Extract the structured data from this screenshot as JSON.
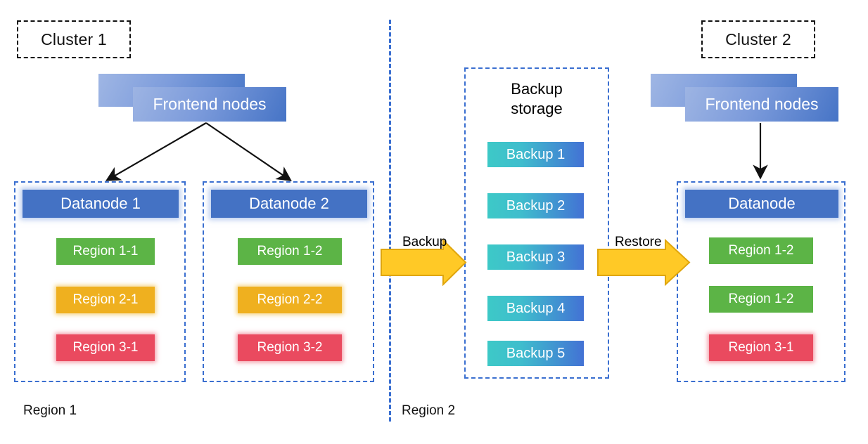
{
  "diagram": {
    "title_tags": [
      {
        "name": "cluster-1",
        "label": "Cluster 1"
      },
      {
        "name": "cluster-2",
        "label": "Cluster 2"
      }
    ],
    "frontends": [
      {
        "name": "frontend-left",
        "label": "Frontend nodes"
      },
      {
        "name": "frontend-right",
        "label": "Frontend nodes"
      }
    ],
    "datanodes": [
      {
        "name": "datanode-1",
        "header": "Datanode 1",
        "regions": [
          {
            "label": "Region 1-1",
            "color": "green"
          },
          {
            "label": "Region 2-1",
            "color": "yellow"
          },
          {
            "label": "Region 3-1",
            "color": "red"
          }
        ]
      },
      {
        "name": "datanode-2",
        "header": "Datanode 2",
        "regions": [
          {
            "label": "Region 1-2",
            "color": "green"
          },
          {
            "label": "Region 2-2",
            "color": "yellow"
          },
          {
            "label": "Region 3-2",
            "color": "red"
          }
        ]
      },
      {
        "name": "datanode-restored",
        "header": "Datanode",
        "regions": [
          {
            "label": "Region 1-2",
            "color": "green"
          },
          {
            "label": "Region 1-2",
            "color": "green"
          },
          {
            "label": "Region 3-1",
            "color": "red"
          }
        ]
      }
    ],
    "storage": {
      "title_line1": "Backup",
      "title_line2": "storage",
      "items": [
        {
          "label": "Backup 1"
        },
        {
          "label": "Backup 2"
        },
        {
          "label": "Backup 3"
        },
        {
          "label": "Backup 4"
        },
        {
          "label": "Backup 5"
        }
      ]
    },
    "flow_arrows": [
      {
        "name": "backup-arrow",
        "label": "Backup"
      },
      {
        "name": "restore-arrow",
        "label": "Restore"
      }
    ],
    "region_labels": [
      {
        "name": "region-1-label",
        "label": "Region 1"
      },
      {
        "name": "region-2-label",
        "label": "Region 2"
      }
    ],
    "colors": {
      "node_blue": "#4472c4",
      "dashed_blue": "#3a6fd0",
      "region_green": "#5cb446",
      "region_yellow": "#efb01f",
      "region_red": "#ea4a5f",
      "backup_gradient_start": "#3dc9c7",
      "backup_gradient_end": "#4372d4",
      "flow_arrow_fill": "#ffc926",
      "flow_arrow_stroke": "#e0a60d",
      "connector_black": "#111111",
      "tag_border": "#111111",
      "background": "#ffffff"
    }
  }
}
